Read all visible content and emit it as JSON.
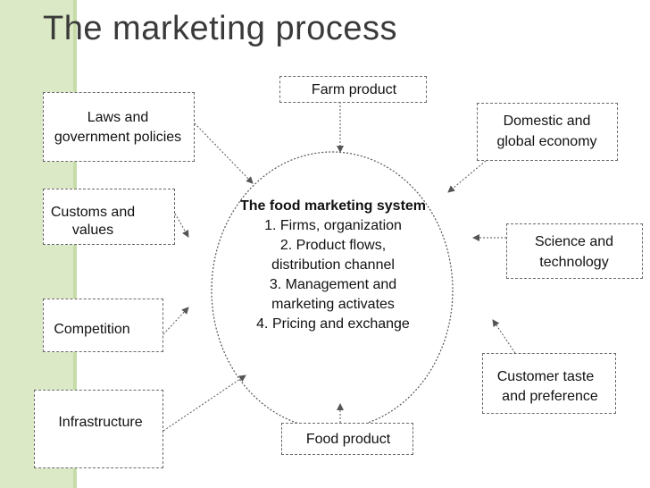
{
  "title": "The marketing process",
  "center": {
    "title": "The food marketing system",
    "items": [
      "1. Firms, organization",
      "2. Product flows, distribution channel",
      "3. Management and marketing activates",
      "4. Pricing and exchange"
    ]
  },
  "boxes": {
    "farm_product": "Farm product",
    "laws_line1": "Laws and",
    "laws_line2": "government policies",
    "domestic_line1": "Domestic and",
    "domestic_line2": "global economy",
    "customs_line1": "Customs and",
    "customs_line2": "values",
    "science_line1": "Science and",
    "science_line2": "technology",
    "competition": "Competition",
    "customer_line1": "Customer taste",
    "customer_line2": "and preference",
    "infrastructure": "Infrastructure",
    "food_product": "Food product"
  }
}
